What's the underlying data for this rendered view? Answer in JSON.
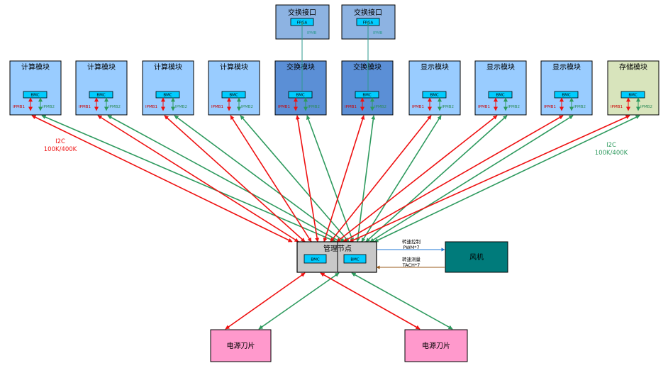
{
  "modules": [
    {
      "id": "compute1",
      "title": "计算模块",
      "chip": "BMC",
      "left_label": "IPMB1",
      "right_label": "IPMB2",
      "fill": "#99ccff",
      "left_label_color": "#cc0000",
      "right_label_color": "#2e8b57"
    },
    {
      "id": "compute2",
      "title": "计算模块",
      "chip": "BMC",
      "left_label": "IPMB1",
      "right_label": "IPMB2",
      "fill": "#99ccff",
      "left_label_color": "#cc0000",
      "right_label_color": "#2e8b57"
    },
    {
      "id": "compute3",
      "title": "计算模块",
      "chip": "BMC",
      "left_label": "IPMB1",
      "right_label": "IPMB2",
      "fill": "#99ccff",
      "left_label_color": "#cc0000",
      "right_label_color": "#2e8b57"
    },
    {
      "id": "compute4",
      "title": "计算模块",
      "chip": "BMC",
      "left_label": "IPMB1",
      "right_label": "IPMB2",
      "fill": "#99ccff",
      "left_label_color": "#cc0000",
      "right_label_color": "#2e8b57"
    },
    {
      "id": "switch1",
      "title": "交换模块",
      "chip": "BMC",
      "left_label": "IPMB1",
      "right_label": "IPMB2",
      "fill": "#5b8fd6",
      "left_label_color": "#cc0000",
      "right_label_color": "#2e8b57"
    },
    {
      "id": "switch2",
      "title": "交换模块",
      "chip": "BMC",
      "left_label": "IPMB1",
      "right_label": "IPMB2",
      "fill": "#5b8fd6",
      "left_label_color": "#cc0000",
      "right_label_color": "#2e8b57"
    },
    {
      "id": "display1",
      "title": "显示模块",
      "chip": "BMC",
      "left_label": "IPMB1",
      "right_label": "IPMB2",
      "fill": "#99ccff",
      "left_label_color": "#cc0000",
      "right_label_color": "#2e8b57"
    },
    {
      "id": "display2",
      "title": "显示模块",
      "chip": "BMC",
      "left_label": "IPMB1",
      "right_label": "IPMB2",
      "fill": "#99ccff",
      "left_label_color": "#cc0000",
      "right_label_color": "#2e8b57"
    },
    {
      "id": "display3",
      "title": "显示模块",
      "chip": "BMC",
      "left_label": "IPMB1",
      "right_label": "IPMB2",
      "fill": "#99ccff",
      "left_label_color": "#cc0000",
      "right_label_color": "#2e8b57"
    },
    {
      "id": "storage1",
      "title": "存储模块",
      "chip": "BMC",
      "left_label": "IPMB1",
      "right_label": "IPMB2",
      "fill": "#d8e4bc",
      "left_label_color": "#cc0000",
      "right_label_color": "#2e8b57"
    }
  ],
  "interfaces": [
    {
      "id": "if1",
      "title": "交换接口",
      "chip": "FPGA",
      "link_label": "IPMB"
    },
    {
      "id": "if2",
      "title": "交换接口",
      "chip": "FPGA",
      "link_label": "IPMB"
    }
  ],
  "management": {
    "title": "管理节点",
    "chip_left": "BMC",
    "chip_right": "BMC"
  },
  "fan": {
    "title": "风机",
    "pwm_label_1": "转速控制",
    "pwm_label_2": "PWM*7",
    "tach_label_1": "转速测量",
    "tach_label_2": "TACH*7"
  },
  "power": [
    {
      "title": "电源刀片"
    },
    {
      "title": "电源刀片"
    }
  ],
  "i2c_left": {
    "line1": "I2C",
    "line2": "100K/400K"
  },
  "i2c_right": {
    "line1": "I2C",
    "line2": "100K/400K"
  },
  "colors": {
    "red_link": "#ee1111",
    "green_link": "#2e9a5e",
    "interface_fill": "#8db3e2",
    "chip_fill": "#00ccff",
    "mgmt_fill": "#c8c8c8",
    "fan_fill": "#007b7b",
    "power_fill": "#ff99cc",
    "pwm_line": "#1f77d4",
    "tach_line": "#9a5a1a",
    "i2c_left_color": "#ee1111",
    "i2c_right_color": "#2e9a5e"
  }
}
